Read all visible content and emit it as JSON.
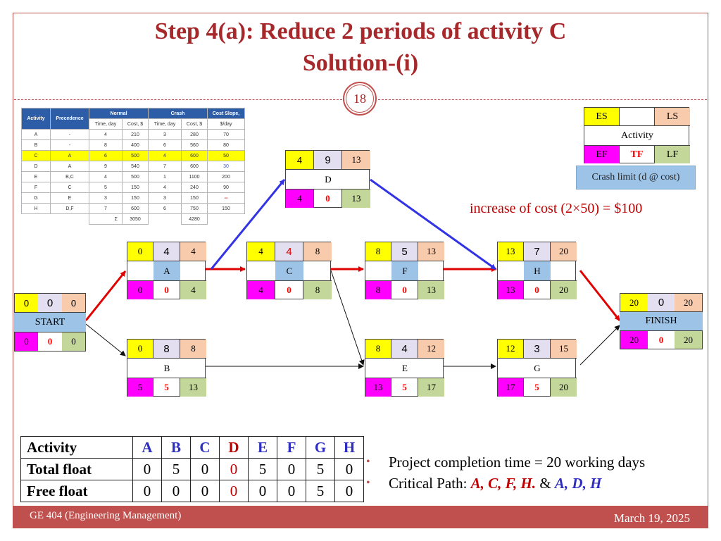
{
  "slide": {
    "title_line1": "Step 4(a): Reduce 2 periods of activity C",
    "title_line2": "Solution-(i)",
    "page_number": "18",
    "footer_left": "GE 404 (Engineering Management)",
    "footer_right": "March 19, 2025",
    "accent_color": "#c0504d",
    "title_color": "#a6282b"
  },
  "crash_table": {
    "headers": {
      "activity": "Activity",
      "precedence": "Precedence",
      "normal": "Normal",
      "crash": "Crash",
      "cost_slope": "Cost Slope,",
      "time_day": "Time, day",
      "cost": "Cost, $",
      "per_day": "$/day"
    },
    "rows": [
      [
        "A",
        "-",
        "4",
        "210",
        "3",
        "280",
        "70"
      ],
      [
        "B",
        "-",
        "8",
        "400",
        "6",
        "560",
        "80"
      ],
      [
        "C",
        "A",
        "6",
        "500",
        "4",
        "600",
        "50"
      ],
      [
        "D",
        "A",
        "9",
        "540",
        "7",
        "600",
        "30"
      ],
      [
        "E",
        "B,C",
        "4",
        "500",
        "1",
        "1100",
        "200"
      ],
      [
        "F",
        "C",
        "5",
        "150",
        "4",
        "240",
        "90"
      ],
      [
        "G",
        "E",
        "3",
        "150",
        "3",
        "150",
        "--"
      ],
      [
        "H",
        "D,F",
        "7",
        "600",
        "6",
        "750",
        "150"
      ]
    ],
    "sum_symbol": "Σ",
    "sum_normal": "3050",
    "sum_crash": "4280"
  },
  "legend": {
    "es": "ES",
    "ls": "LS",
    "activity": "Activity",
    "ef": "EF",
    "tf": "TF",
    "lf": "LF",
    "crash_limit": "Crash limit (d @ cost)"
  },
  "cost_note": "increase of cost (2×50) = $100",
  "nodes": {
    "start": {
      "tl": "0",
      "tm": "0",
      "tr": "0",
      "name": "START",
      "bl": "0",
      "bm": "0",
      "br": "0"
    },
    "A": {
      "tl": "0",
      "tm": "4",
      "tr": "4",
      "name": "A",
      "bl": "0",
      "bm": "0",
      "br": "4"
    },
    "B": {
      "tl": "0",
      "tm": "8",
      "tr": "8",
      "name": "B",
      "bl": "5",
      "bm": "5",
      "br": "13"
    },
    "C": {
      "tl": "4",
      "tm": "4",
      "tr": "8",
      "name": "C",
      "bl": "4",
      "bm": "0",
      "br": "8"
    },
    "D": {
      "tl": "4",
      "tm": "9",
      "tr": "13",
      "name": "D",
      "bl": "4",
      "bm": "0",
      "br": "13"
    },
    "E": {
      "tl": "8",
      "tm": "4",
      "tr": "12",
      "name": "E",
      "bl": "13",
      "bm": "5",
      "br": "17"
    },
    "F": {
      "tl": "8",
      "tm": "5",
      "tr": "13",
      "name": "F",
      "bl": "8",
      "bm": "0",
      "br": "13"
    },
    "G": {
      "tl": "12",
      "tm": "3",
      "tr": "15",
      "name": "G",
      "bl": "17",
      "bm": "5",
      "br": "20"
    },
    "H": {
      "tl": "13",
      "tm": "7",
      "tr": "20",
      "name": "H",
      "bl": "13",
      "bm": "0",
      "br": "20"
    },
    "finish": {
      "tl": "20",
      "tm": "0",
      "tr": "20",
      "name": "FINISH",
      "bl": "20",
      "bm": "0",
      "br": "20"
    }
  },
  "float_table": {
    "row_labels": [
      "Activity",
      "Total float",
      "Free float"
    ],
    "activities": [
      "A",
      "B",
      "C",
      "D",
      "E",
      "F",
      "G",
      "H"
    ],
    "total_float": [
      "0",
      "5",
      "0",
      "0",
      "5",
      "0",
      "5",
      "0"
    ],
    "free_float": [
      "0",
      "0",
      "0",
      "0",
      "0",
      "0",
      "5",
      "0"
    ]
  },
  "bullets": {
    "completion": "Project completion time = 20 working days",
    "critical_prefix": "Critical Path: ",
    "path1": "A, C, F, H.",
    "amp": " & ",
    "path2": "A, D, H"
  }
}
